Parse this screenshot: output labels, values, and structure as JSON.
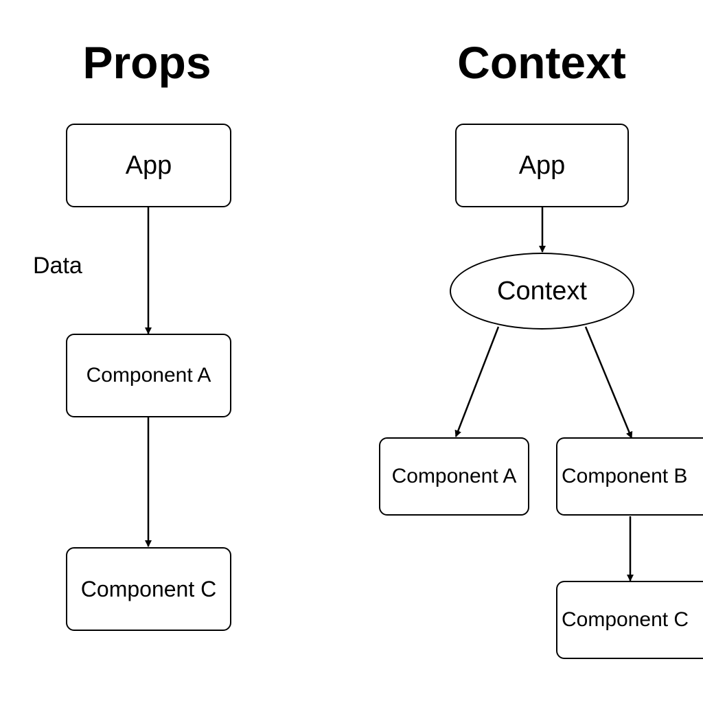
{
  "props": {
    "title": "Props",
    "nodes": {
      "app": "App",
      "component_a": "Component A",
      "component_c": "Component C"
    },
    "edge_label": "Data"
  },
  "context": {
    "title": "Context",
    "nodes": {
      "app": "App",
      "context": "Context",
      "component_a": "Component A",
      "component_b": "Component B",
      "component_c": "Component C"
    }
  }
}
